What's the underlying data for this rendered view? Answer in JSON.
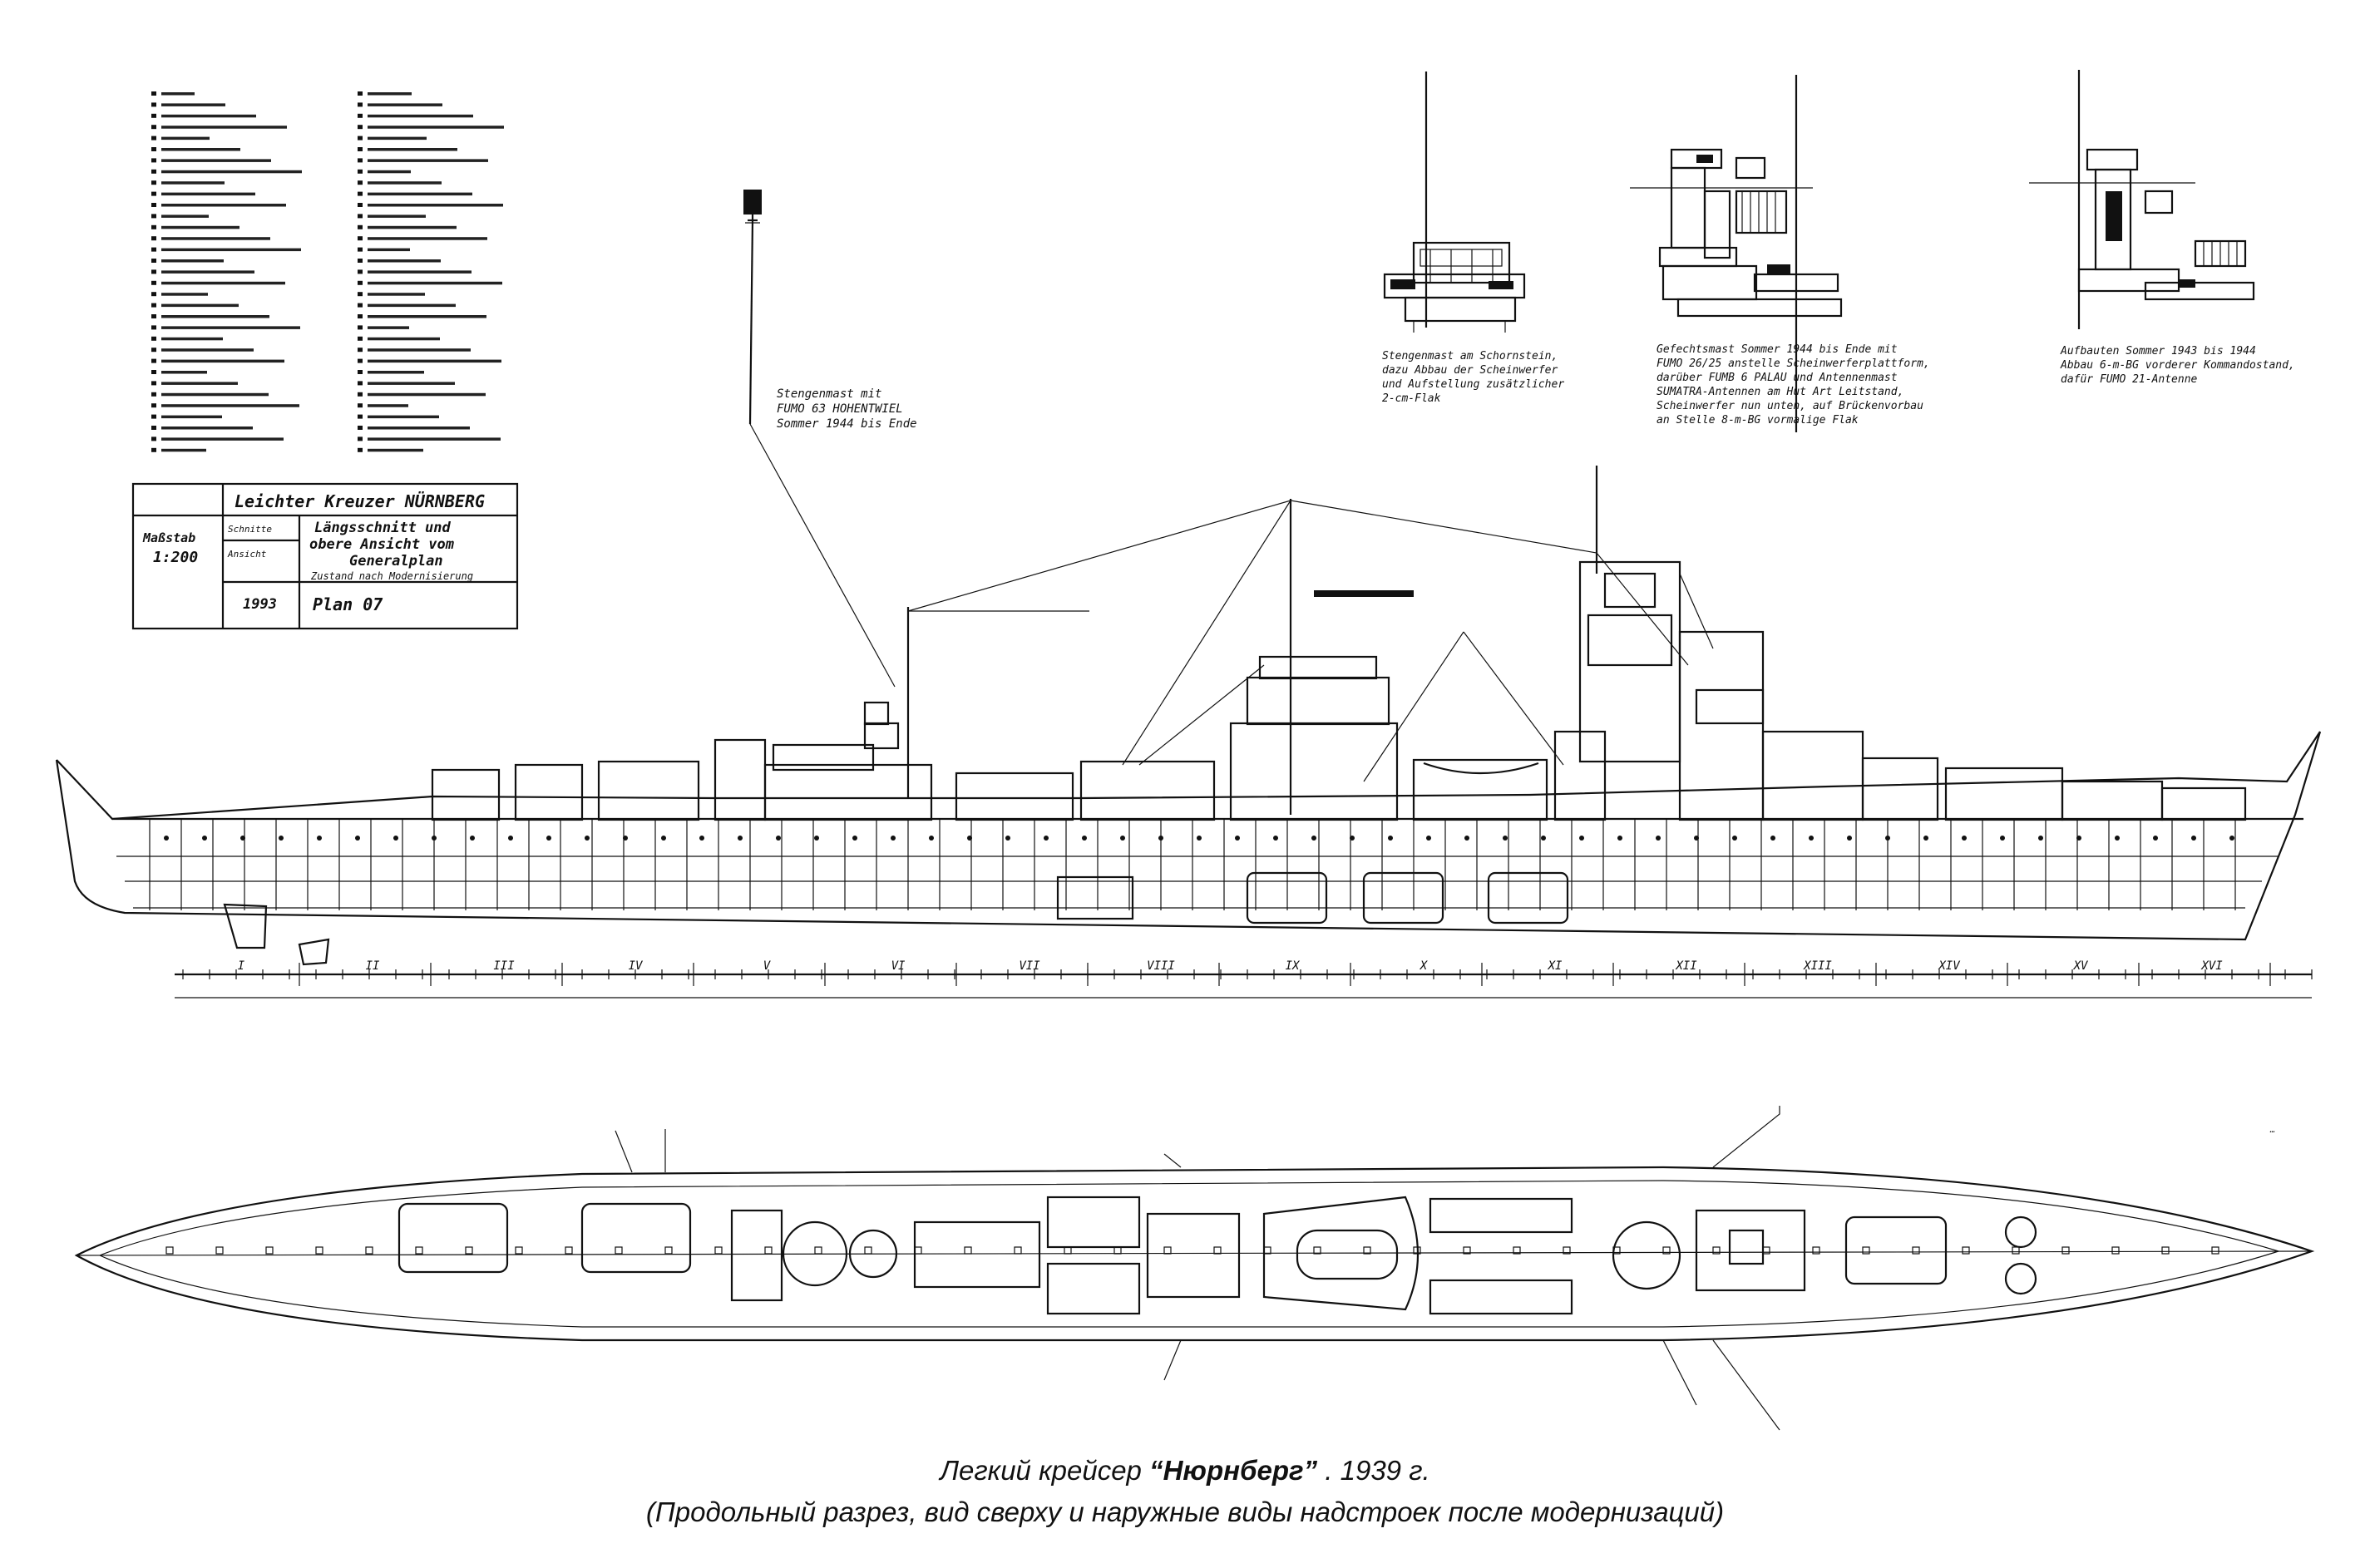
{
  "title_block": {
    "ship": "Leichter Kreuzer NÜRNBERG",
    "scale_label": "Maßstab",
    "scale": "1:200",
    "row_label_1": "Schnitte",
    "row_label_2": "Ansicht",
    "description_1": "Längsschnitt und",
    "description_2": "obere Ansicht vom",
    "description_3": "Generalplan",
    "description_4": "Zustand nach Modernisierung",
    "year": "1993",
    "plan": "Plan 07"
  },
  "inset_notes": {
    "mast": [
      "Stengenmast mit",
      "FUMO 63 HOHENTWIEL",
      "Sommer 1944 bis Ende"
    ],
    "funnel": [
      "Stengenmast am Schornstein,",
      "dazu Abbau der Scheinwerfer",
      "und Aufstellung zusätzlicher",
      "2-cm-Flak"
    ],
    "foremast": [
      "Gefechtsmast Sommer 1944 bis Ende mit",
      "FUMO 26/25 anstelle Scheinwerferplattform,",
      "darüber FUMB 6 PALAU und Antennenmast",
      "SUMATRA-Antennen am Hut Art Leitstand,",
      "Scheinwerfer nun unten, auf Brückenvorbau",
      "an Stelle 8-m-BG vormalige Flak"
    ],
    "bridge": [
      "Aufbauten Sommer 1943 bis 1944",
      "Abbau 6-m-BG vorderer Kommandostand,",
      "dafür FUMO 21-Antenne"
    ]
  },
  "hold_numerals": [
    "I",
    "II",
    "III",
    "IV",
    "V",
    "VI",
    "VII",
    "VIII",
    "IX",
    "X",
    "XI",
    "XII",
    "XIII",
    "XIV",
    "XV",
    "XVI"
  ],
  "caption": {
    "line1_prefix": "Легкий крейсер ",
    "line1_name": "“Нюрнберг”",
    "line1_suffix": " . 1939 г.",
    "line2": "(Продольный разрез, вид сверху и наружные виды надстроек после модернизаций)"
  }
}
